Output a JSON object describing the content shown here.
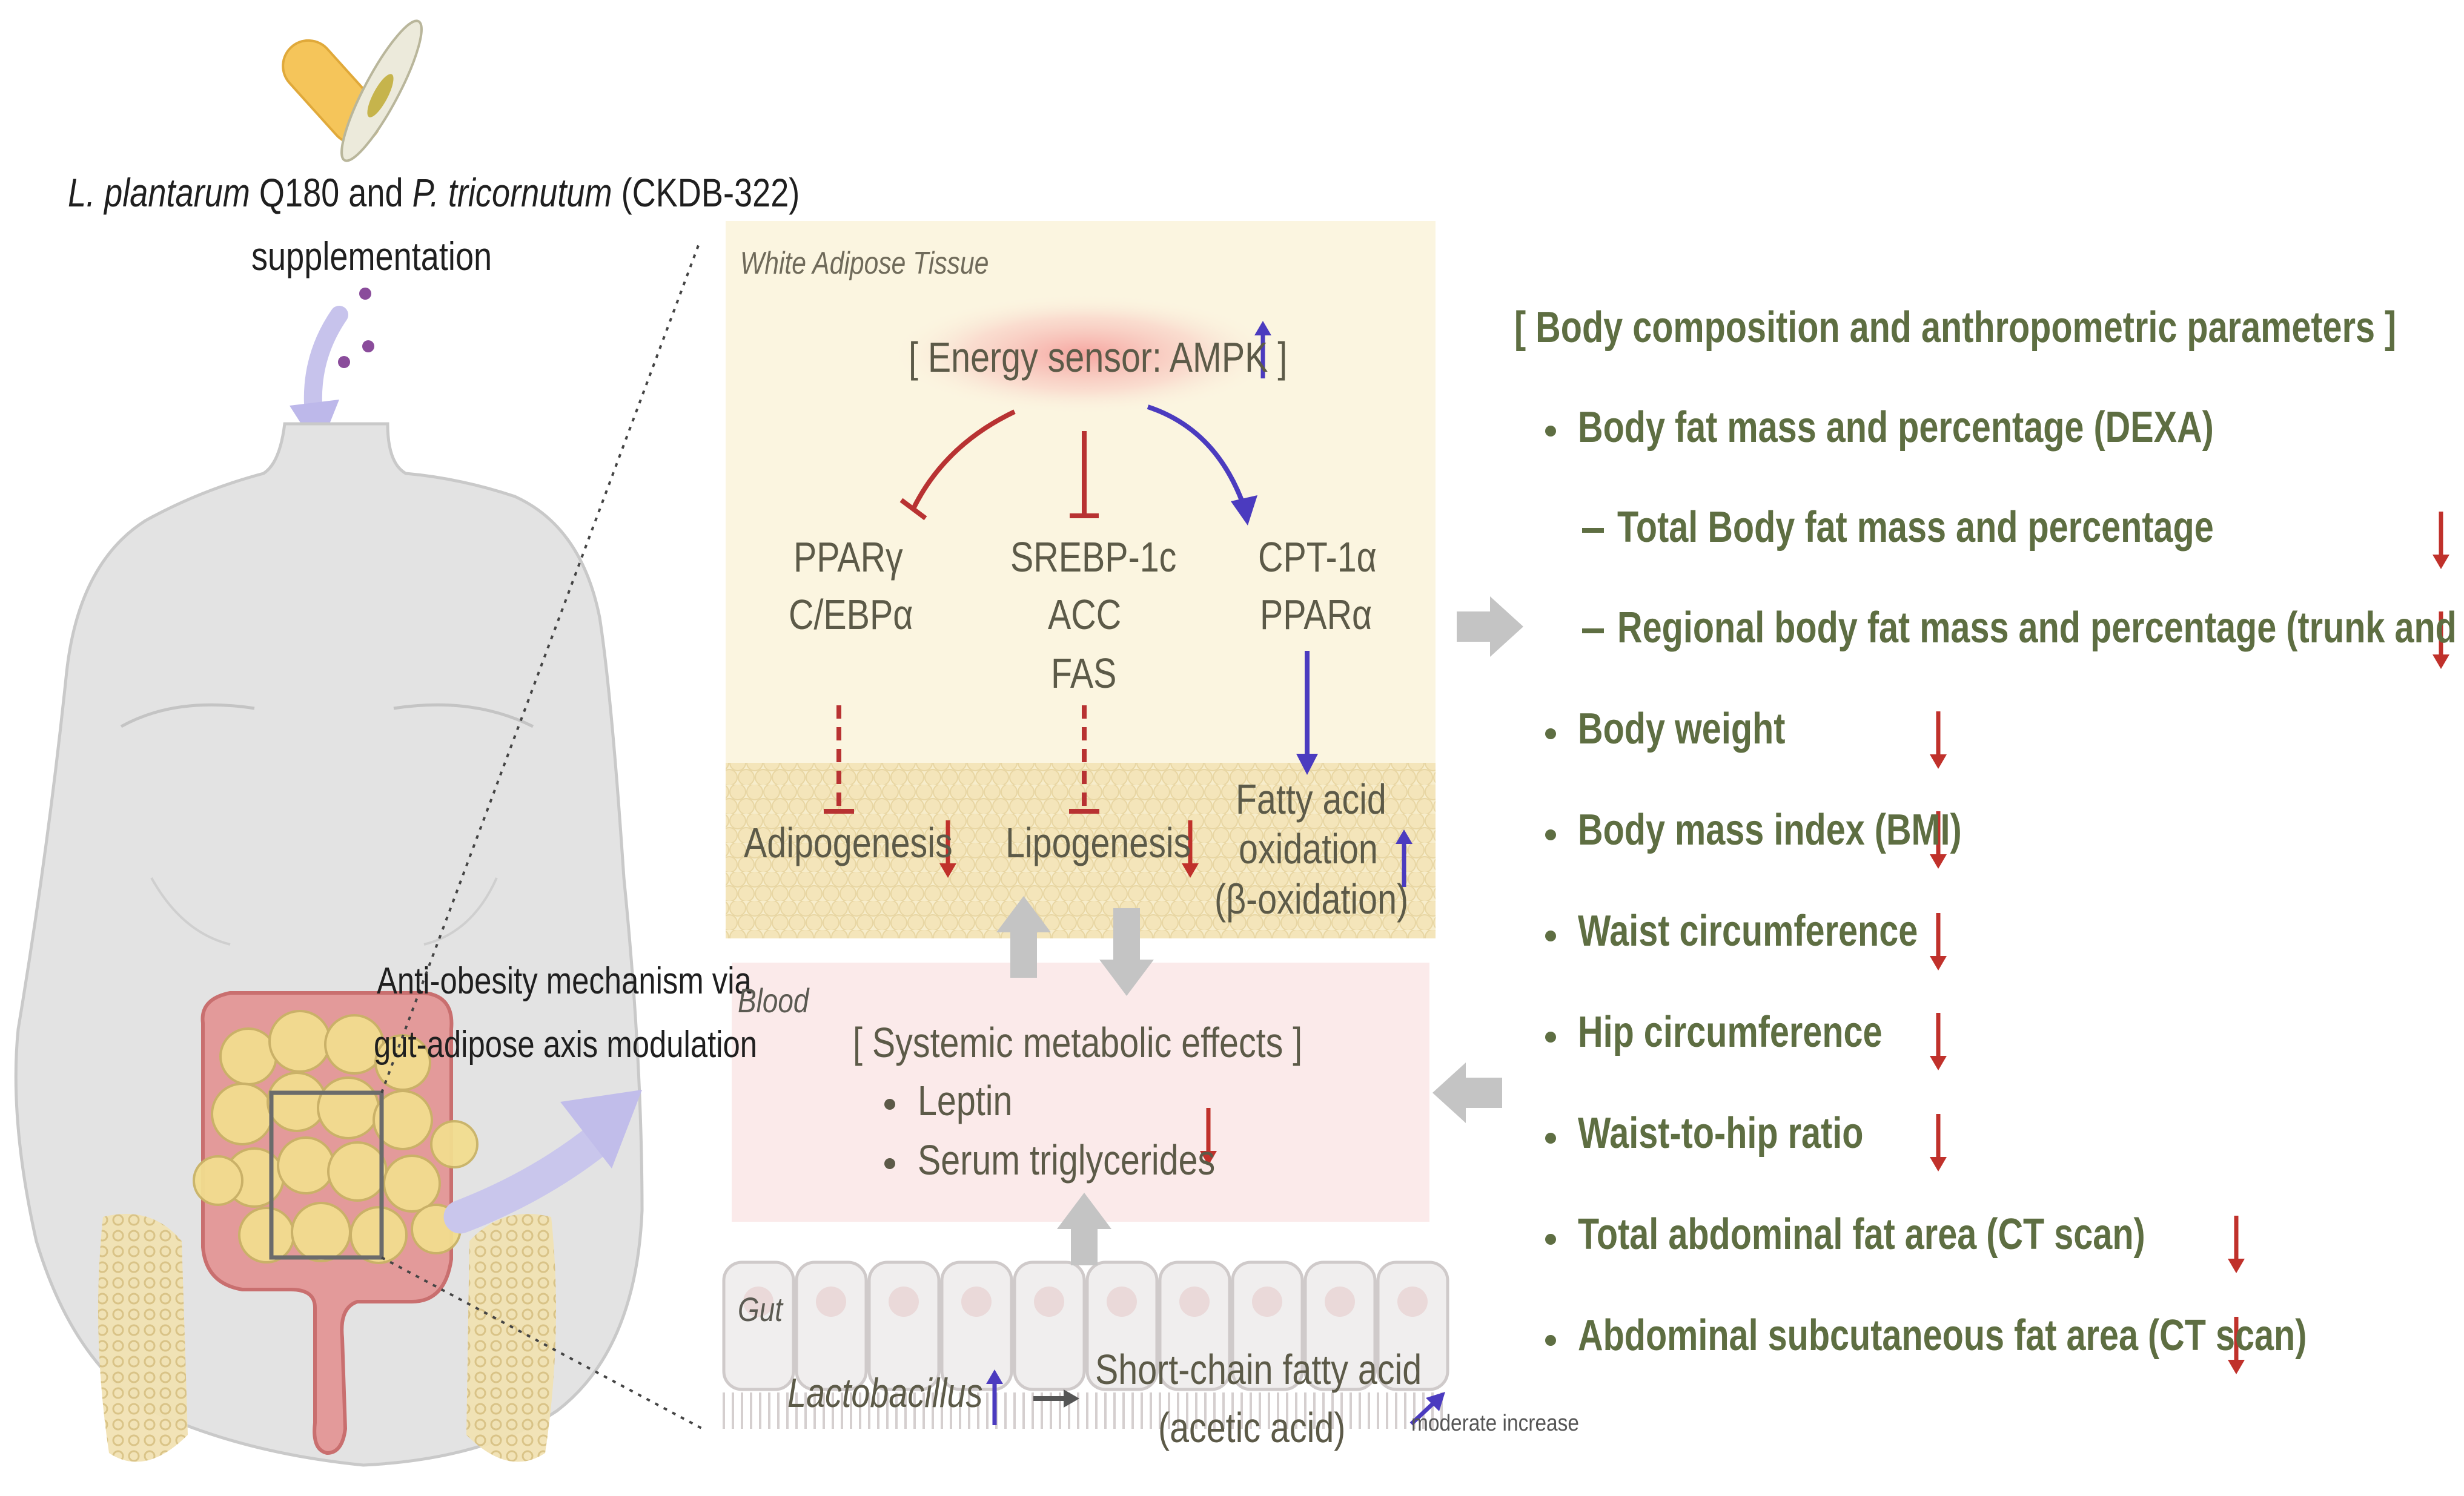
{
  "supplement": {
    "species_1": "L. plantarum",
    "strain_1": "Q180 and",
    "species_2": "P. tricornutum",
    "strain_2": "(CKDB-322)",
    "line_2": "supplementation"
  },
  "callout": {
    "line_1": "Anti-obesity mechanism via",
    "line_2": "gut-adipose axis modulation"
  },
  "wat": {
    "label": "White Adipose Tissue",
    "sensor": "[ Energy sensor: AMPK ]",
    "col_1": [
      "PPARγ",
      "C/EBPα"
    ],
    "col_2": [
      "SREBP-1c",
      "ACC",
      "FAS"
    ],
    "col_3": [
      "CPT-1α",
      "PPARα"
    ],
    "adipogenesis": "Adipogenesis",
    "lipogenesis": "Lipogenesis",
    "fao": [
      "Fatty acid",
      "oxidation",
      "(β-oxidation)"
    ]
  },
  "blood": {
    "label": "Blood",
    "title": "[ Systemic metabolic effects ]",
    "items": [
      "Leptin",
      "Serum triglycerides"
    ]
  },
  "gut": {
    "label": "Gut",
    "bacteria": "Lactobacillus",
    "scfa": "Short-chain fatty acid",
    "scfa_sub": "(acetic acid)",
    "legend": "moderate increase"
  },
  "params": {
    "title": "[ Body composition and anthropometric parameters ]",
    "dexa": "Body fat mass and percentage (DEXA)",
    "sub_1": "Total Body fat mass and percentage",
    "sub_2": "Regional body fat mass and percentage (trunk and legs)",
    "items": [
      "Body weight",
      "Body mass index (BMI)",
      "Waist circumference",
      "Hip circumference",
      "Waist-to-hip ratio",
      "Total abdominal fat area (CT scan)",
      "Abdominal subcutaneous fat area (CT scan)"
    ]
  },
  "colors": {
    "decrease": "#c0312b",
    "increase": "#4b3bbf",
    "inhibit": "#b83232",
    "param_text": "#5e6e42",
    "wat_bg": "#fbf5e0",
    "blood_bg": "#fbeaea"
  }
}
